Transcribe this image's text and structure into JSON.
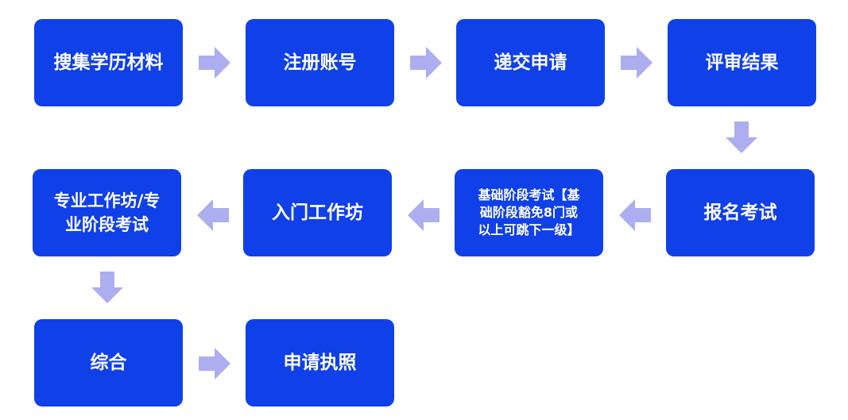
{
  "diagram": {
    "steps": [
      {
        "id": "collect",
        "label": "搜集学历材料"
      },
      {
        "id": "register",
        "label": "注册账号"
      },
      {
        "id": "submit",
        "label": "递交申请"
      },
      {
        "id": "review",
        "label": "评审结果"
      },
      {
        "id": "enroll-exam",
        "label": "报名考试"
      },
      {
        "id": "basic",
        "label": "基础阶段考试【基\n础阶段豁免8门或\n以上可跳下一级】"
      },
      {
        "id": "intro-workshop",
        "label": "入门工作坊"
      },
      {
        "id": "professional",
        "label": "专业工作坊/专\n业阶段考试"
      },
      {
        "id": "comprehensive",
        "label": "综合"
      },
      {
        "id": "license",
        "label": "申请执照"
      }
    ],
    "colors": {
      "box": "#1040E8",
      "box_text": "#FFFFFF",
      "arrow": "#ACAEEF"
    }
  }
}
